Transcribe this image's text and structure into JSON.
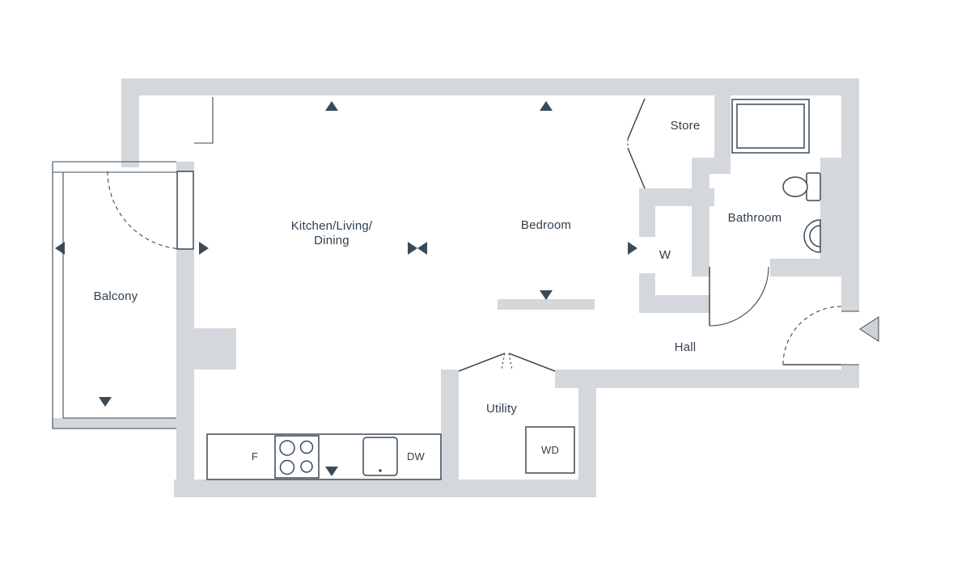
{
  "palette": {
    "wall": "#d4d8dc",
    "line": "#3b4a57",
    "text": "#2f3f4e",
    "arrow": "#cdd2d7",
    "background": "#ffffff"
  },
  "rooms": {
    "kitchen_living_dining": {
      "line1": "Kitchen/Living/",
      "line2": "Dining"
    },
    "bedroom": {
      "label": "Bedroom"
    },
    "balcony": {
      "label": "Balcony"
    },
    "store": {
      "label": "Store"
    },
    "bathroom": {
      "label": "Bathroom"
    },
    "wardrobe": {
      "label": "W"
    },
    "hall": {
      "label": "Hall"
    },
    "utility": {
      "label": "Utility"
    }
  },
  "appliances": {
    "fridge": {
      "label": "F"
    },
    "dishwasher": {
      "label": "DW"
    },
    "washer_dryer": {
      "label": "WD"
    }
  }
}
